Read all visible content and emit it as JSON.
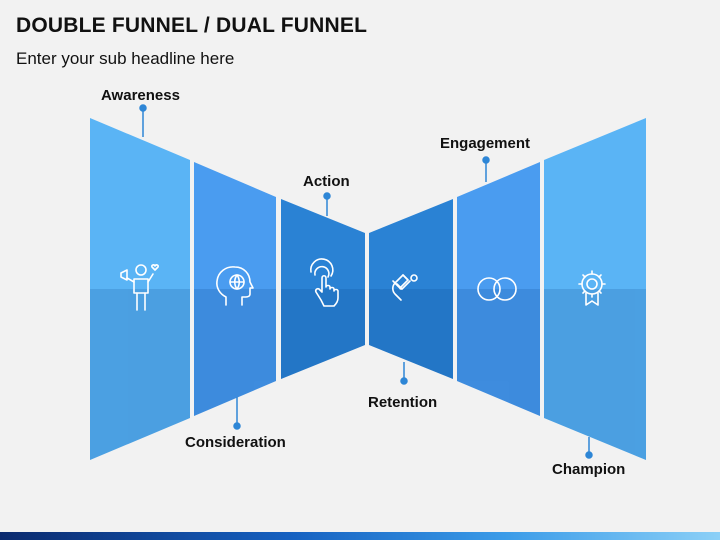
{
  "header": {
    "title": "DOUBLE FUNNEL / DUAL FUNNEL",
    "subtitle": "Enter your sub headline here"
  },
  "stages": [
    {
      "label": "Awareness",
      "icon": "megaphone-person-icon",
      "color": "#5ab4f5"
    },
    {
      "label": "Consideration",
      "icon": "head-globe-icon",
      "color": "#4a9cf0"
    },
    {
      "label": "Action",
      "icon": "hand-click-icon",
      "color": "#2a7fd0"
    },
    {
      "label": "Retention",
      "icon": "magnet-icon",
      "color": "#2a7fd0"
    },
    {
      "label": "Engagement",
      "icon": "rings-icon",
      "color": "#4a9cf0"
    },
    {
      "label": "Champion",
      "icon": "award-badge-icon",
      "color": "#5ab4f5"
    }
  ],
  "colors": {
    "connector": "#2e86d6",
    "footer_dark": "#0b2a6e",
    "footer_light": "#8cd0f7"
  }
}
